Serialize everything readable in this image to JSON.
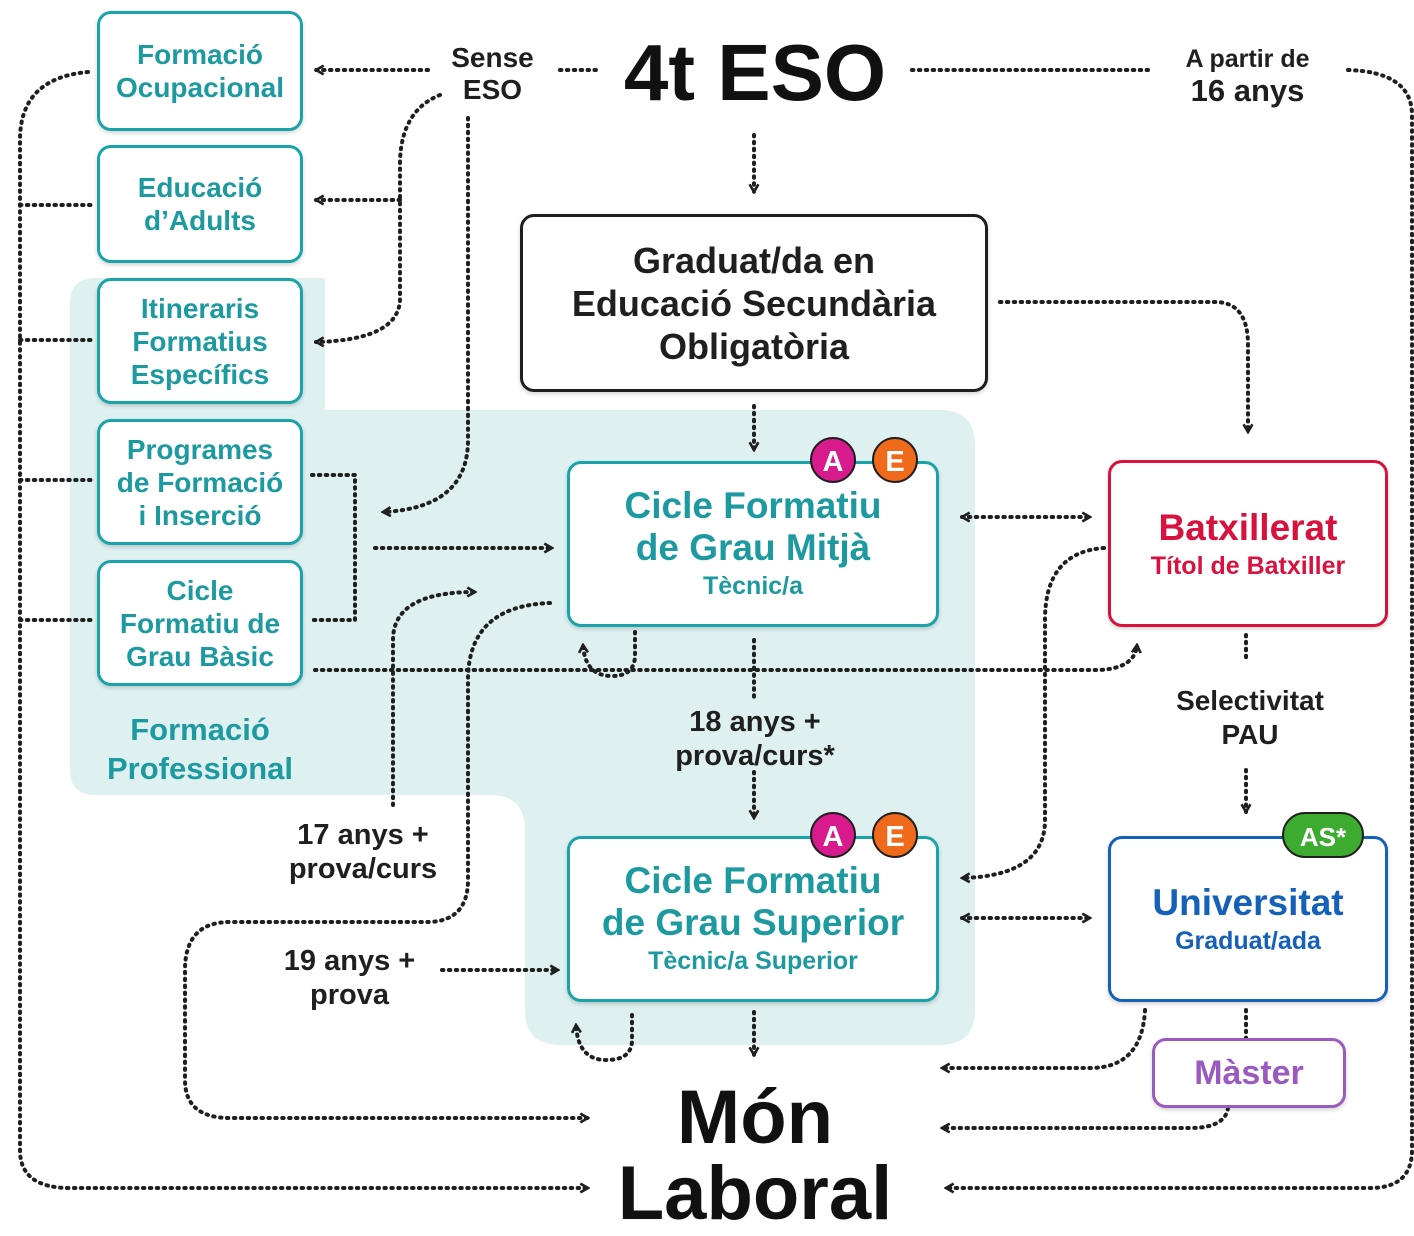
{
  "colors": {
    "teal": "#1aa3a8",
    "teal_text": "#1d9aa0",
    "fp_region": "#dff0f1",
    "batxillerat": "#d8123e",
    "universitat": "#1560b8",
    "master": "#9a5bc0",
    "badge_a": "#d81b8c",
    "badge_e": "#ef6a1a",
    "badge_as": "#3dab2f",
    "ink": "#1f1f1f"
  },
  "nodes": {
    "eso4": "4t ESO",
    "sense_eso": [
      "Sense",
      "ESO"
    ],
    "a_partir": [
      "A partir de",
      "16 anys"
    ],
    "graduat": [
      "Graduat/da en",
      "Educació Secundària",
      "Obligatòria"
    ],
    "formacio_ocupacional": [
      "Formació",
      "Ocupacional"
    ],
    "educacio_adults": [
      "Educació",
      "d’Adults"
    ],
    "itineraris": [
      "Itineraris",
      "Formatius",
      "Específics"
    ],
    "programes": [
      "Programes",
      "de Formació",
      "i Inserció"
    ],
    "cicle_basic": [
      "Cicle",
      "Formatiu de",
      "Grau Bàsic"
    ],
    "formacio_professional": [
      "Formació",
      "Professional"
    ],
    "cfgm": {
      "title": [
        "Cicle Formatiu",
        "de Grau Mitjà"
      ],
      "sub": "Tècnic/a"
    },
    "cfgs": {
      "title": [
        "Cicle Formatiu",
        "de Grau Superior"
      ],
      "sub": "Tècnic/a Superior"
    },
    "batxillerat": {
      "title": "Batxillerat",
      "sub": "Títol de Batxiller"
    },
    "selectivitat": [
      "Selectivitat",
      "PAU"
    ],
    "universitat": {
      "title": "Universitat",
      "sub": "Graduat/ada"
    },
    "master": "Màster",
    "mon_laboral": [
      "Món",
      "Laboral"
    ]
  },
  "labels": {
    "age18": [
      "18 anys +",
      "prova/curs*"
    ],
    "age17": [
      "17 anys +",
      "prova/curs"
    ],
    "age19": [
      "19 anys +",
      "prova"
    ]
  },
  "badges": {
    "a": "A",
    "e": "E",
    "as": "AS*"
  }
}
